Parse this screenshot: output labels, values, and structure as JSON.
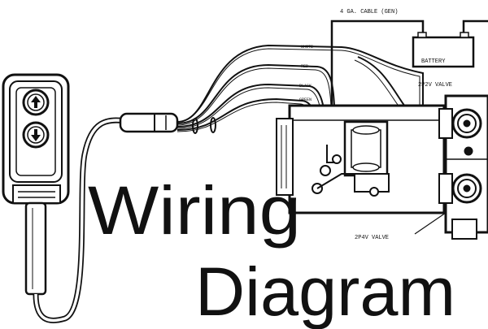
{
  "title_line1": "Wiring",
  "title_line2": "Diagram",
  "labels": {
    "cable": "4 GA. CABLE (GEN)",
    "battery": "BATTERY",
    "valve_top": "2P2V VALVE",
    "valve_bottom": "2P4V VALVE",
    "wire_white": "WHITE",
    "wire_red": "RED",
    "wire_black": "BLACK",
    "wire_green": "GREEN"
  },
  "pendant": {
    "up_icon": "arrow-up-icon",
    "down_icon": "arrow-down-icon"
  },
  "colors": {
    "ink": "#111111",
    "background": "#ffffff"
  }
}
